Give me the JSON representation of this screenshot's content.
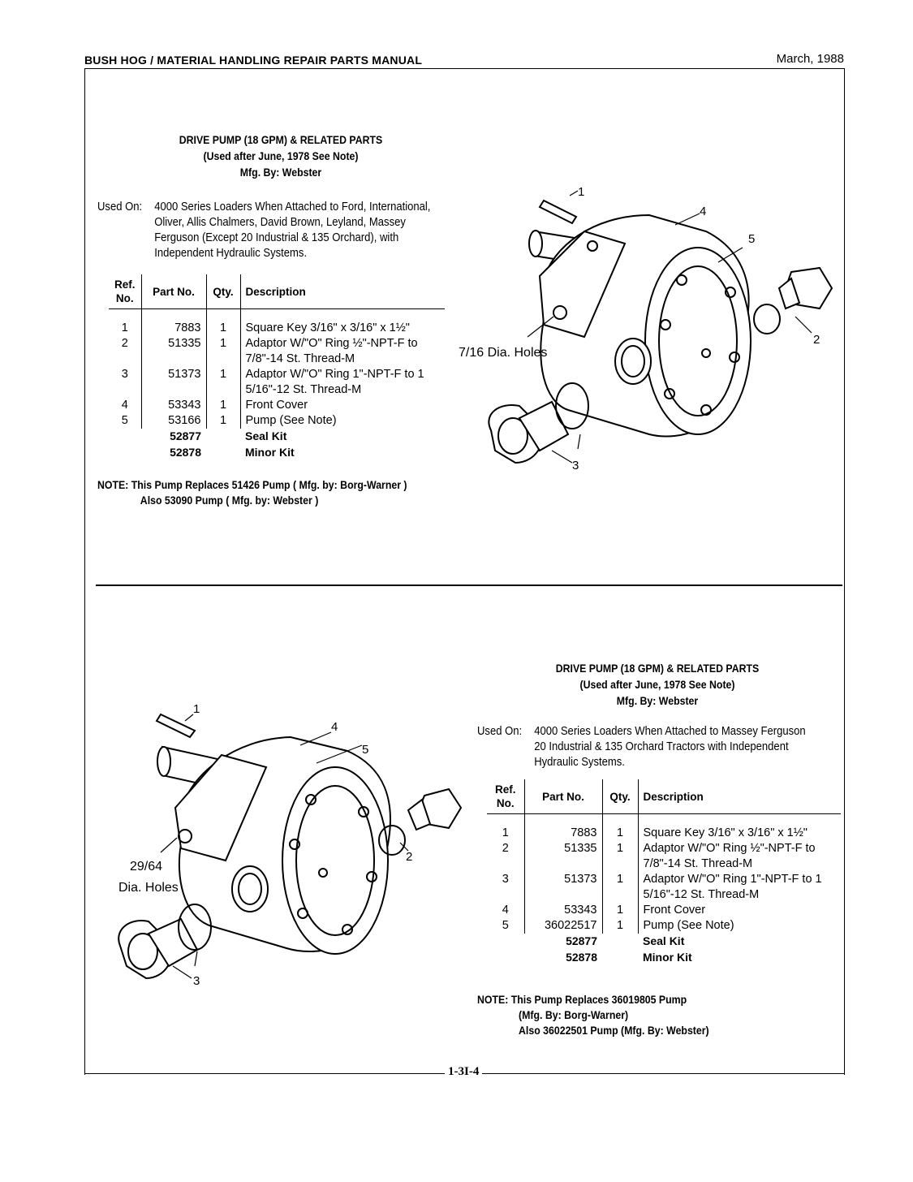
{
  "header": {
    "title": "BUSH HOG / MATERIAL HANDLING REPAIR PARTS MANUAL",
    "date": "March, 1988"
  },
  "sections": [
    {
      "title": "DRIVE PUMP (18 GPM) & RELATED PARTS",
      "subtitle": "(Used after June, 1978 See Note)",
      "mfg": "Mfg. By:  Webster",
      "used_on_label": "Used On:",
      "used_on_text": "4000 Series Loaders When Attached to Ford, International, Oliver, Allis Chalmers, David Brown, Leyland, Massey Ferguson (Except 20 Industrial & 135 Orchard), with Independent Hydraulic Systems.",
      "columns": {
        "ref": "Ref. No.",
        "part": "Part No.",
        "qty": "Qty.",
        "desc": "Description"
      },
      "rows": [
        {
          "ref": "1",
          "part": "7883",
          "qty": "1",
          "desc": "Square Key 3/16\" x 3/16\" x 1½\""
        },
        {
          "ref": "2",
          "part": "51335",
          "qty": "1",
          "desc": "Adaptor W/\"O\" Ring ½\"-NPT-F to 7/8\"-14 St. Thread-M"
        },
        {
          "ref": "3",
          "part": "51373",
          "qty": "1",
          "desc": "Adaptor W/\"O\" Ring 1\"-NPT-F to 1 5/16\"-12 St. Thread-M"
        },
        {
          "ref": "4",
          "part": "53343",
          "qty": "1",
          "desc": "Front Cover"
        },
        {
          "ref": "5",
          "part": "53166",
          "qty": "1",
          "desc": "Pump (See Note)"
        }
      ],
      "kits": [
        {
          "part": "52877",
          "desc": "Seal Kit"
        },
        {
          "part": "52878",
          "desc": "Minor Kit"
        }
      ],
      "note_label": "NOTE:",
      "note_line1": "This Pump Replaces 51426 Pump ( Mfg. by: Borg-Warner )",
      "note_line2": "Also 53090 Pump ( Mfg. by:  Webster )",
      "diagram": {
        "holes_label": "7/16 Dia. Holes",
        "callouts": [
          "1",
          "2",
          "3",
          "4",
          "5"
        ]
      }
    },
    {
      "title": "DRIVE PUMP (18 GPM) & RELATED PARTS",
      "subtitle": "(Used after June, 1978 See Note)",
      "mfg": "Mfg. By:  Webster",
      "used_on_label": "Used On:",
      "used_on_text": "4000 Series Loaders When Attached to Massey Ferguson 20 Industrial & 135 Orchard Tractors with Independent Hydraulic Systems.",
      "columns": {
        "ref": "Ref. No.",
        "part": "Part No.",
        "qty": "Qty.",
        "desc": "Description"
      },
      "rows": [
        {
          "ref": "1",
          "part": "7883",
          "qty": "1",
          "desc": "Square Key 3/16\" x 3/16\" x 1½\""
        },
        {
          "ref": "2",
          "part": "51335",
          "qty": "1",
          "desc": "Adaptor W/\"O\" Ring ½\"-NPT-F to 7/8\"-14 St. Thread-M"
        },
        {
          "ref": "3",
          "part": "51373",
          "qty": "1",
          "desc": "Adaptor W/\"O\" Ring 1\"-NPT-F to 1 5/16\"-12 St. Thread-M"
        },
        {
          "ref": "4",
          "part": "53343",
          "qty": "1",
          "desc": "Front Cover"
        },
        {
          "ref": "5",
          "part": "36022517",
          "qty": "1",
          "desc": "Pump (See Note)"
        }
      ],
      "kits": [
        {
          "part": "52877",
          "desc": "Seal Kit"
        },
        {
          "part": "52878",
          "desc": "Minor Kit"
        }
      ],
      "note_label": "NOTE:",
      "note_line1": "This Pump Replaces 36019805 Pump",
      "note_line2": "(Mfg. By:  Borg-Warner)",
      "note_line3": "Also 36022501 Pump (Mfg. By:  Webster)",
      "diagram": {
        "holes_label_1": "29/64",
        "holes_label_2": "Dia. Holes",
        "callouts": [
          "1",
          "2",
          "3",
          "4",
          "5"
        ]
      }
    }
  ],
  "footer": {
    "page_number": "1-3I-4"
  }
}
